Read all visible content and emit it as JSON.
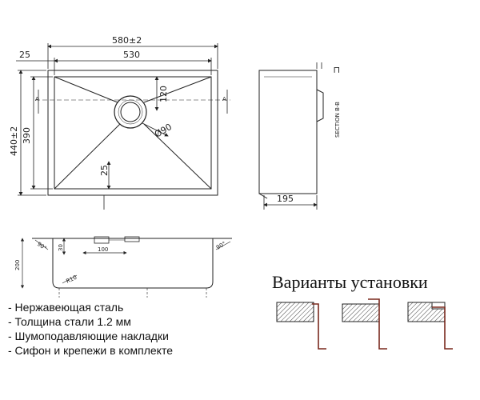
{
  "top_view": {
    "overall_width": "580±2",
    "inner_width": "530",
    "edge_offset": "25",
    "overall_height": "440±2",
    "inner_height": "390",
    "drain_offset": "120",
    "drain_diameter": "Ø90",
    "drain_bottom_offset": "25",
    "section_marker_left": "A",
    "section_marker_right": "A"
  },
  "side_view": {
    "depth": "195",
    "section_label": "SECTION B-B"
  },
  "front_section": {
    "height": "200",
    "rim_height": "30",
    "offset": "100",
    "radius": "R10",
    "angle_left": "90°",
    "angle_right": "90°"
  },
  "features": [
    "- Нержавеющая сталь",
    "- Толщина стали 1.2 мм",
    "- Шумоподавляющие накладки",
    "- Сифон и крепежи в комплекте"
  ],
  "installation": {
    "title": "Варианты установки"
  }
}
